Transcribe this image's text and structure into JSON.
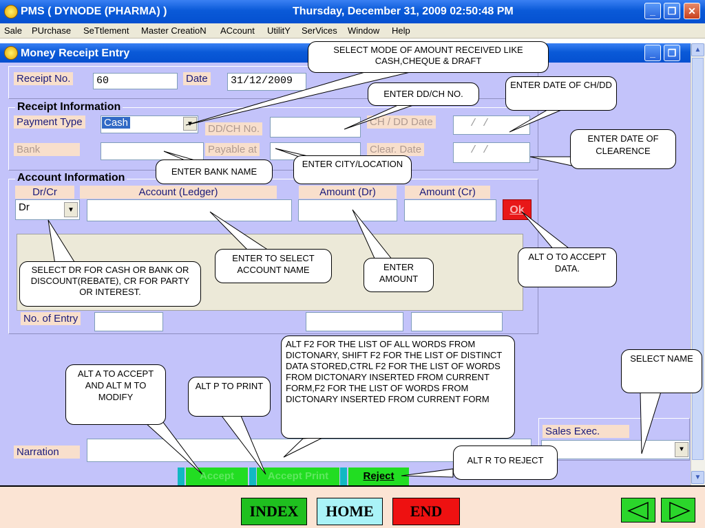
{
  "window": {
    "title": "PMS ( DYNODE (PHARMA) )",
    "datetime": "Thursday, December 31, 2009  02:50:48 PM",
    "controls": {
      "minimize": "_",
      "maximize": "❐",
      "close": "✕"
    }
  },
  "menu": [
    "Sale",
    "PUrchase",
    "SeTtlement",
    "Master CreatioN",
    "ACcount",
    "UtilitY",
    "SerVices",
    "Window",
    "Help"
  ],
  "form": {
    "title": "Money Receipt Entry",
    "receipt_no_label": "Receipt No.",
    "receipt_no": "60",
    "date_label": "Date",
    "date": "31/12/2009",
    "receipt_info": {
      "title": "Receipt Information",
      "payment_type_label": "Payment Type",
      "payment_type": "Cash",
      "ddch_no_label": "DD/CH No.",
      "ch_dd_date_label": "CH / DD Date",
      "ch_dd_date": "/   /",
      "bank_label": "Bank",
      "payable_at_label": "Payable at",
      "clear_date_label": "Clear. Date",
      "clear_date": "/   /"
    },
    "account_info": {
      "title": "Account Information",
      "col_drcr": "Dr/Cr",
      "col_account": "Account (Ledger)",
      "col_amount_dr": "Amount    (Dr)",
      "col_amount_cr": "Amount    (Cr)",
      "drcr_value": "Dr",
      "ok_label": "Ok"
    },
    "no_of_entry_label": "No. of Entry",
    "sales_exec_label": "Sales Exec.",
    "narration_label": "Narration",
    "buttons": {
      "accept": "Accept",
      "accept_print": "Accept Print",
      "reject": "Reject"
    }
  },
  "callouts": {
    "mode": "SELECT MODE OF AMOUNT RECEIVED LIKE CASH,CHEQUE & DRAFT",
    "ddch_no": "ENTER DD/CH NO.",
    "date_chdd": "ENTER DATE OF CH/DD",
    "date_clear": "ENTER DATE OF CLEARENCE",
    "bank": "ENTER BANK NAME",
    "city": "ENTER CITY/LOCATION",
    "drcr": "SELECT DR FOR CASH OR BANK OR DISCOUNT(REBATE), CR FOR PARTY OR INTEREST.",
    "account": "ENTER TO SELECT ACCOUNT NAME",
    "amount": "ENTER AMOUNT",
    "ok": "ALT O TO ACCEPT DATA.",
    "f2": "ALT F2 FOR THE LIST OF ALL WORDS FROM DICTONARY, SHIFT F2 FOR THE LIST OF DISTINCT DATA STORED,CTRL F2 FOR THE LIST OF WORDS FROM DICTONARY INSERTED FROM CURRENT FORM,F2  FOR THE LIST OF WORDS FROM DICTONARY INSERTED FROM CURRENT FORM",
    "select_name": "SELECT NAME",
    "accept": "ALT A TO ACCEPT AND ALT M TO MODIFY",
    "print": "ALT P  TO PRINT",
    "reject": "ALT R TO REJECT"
  },
  "bottom_nav": {
    "index": "INDEX",
    "home": "HOME",
    "end": "END",
    "prev": "◀",
    "next": "▶"
  }
}
